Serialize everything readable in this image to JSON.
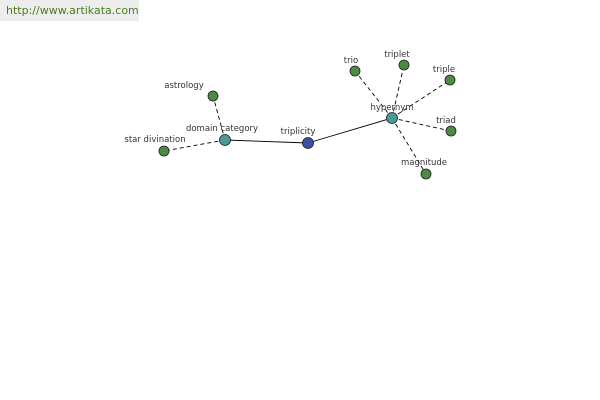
{
  "banner": {
    "url": "http://www.artikata.com"
  },
  "colors": {
    "center_node": "#3c4fa5",
    "hub_node": "#4a9a9a",
    "leaf_node": "#4e8a44",
    "node_stroke": "#1e1e1e",
    "edge": "#000000",
    "label": "#333333"
  },
  "graph": {
    "nodes": [
      {
        "id": "triplicity",
        "label": "triplicity",
        "kind": "center"
      },
      {
        "id": "domain-category",
        "label": "domain category",
        "kind": "hub"
      },
      {
        "id": "hypernym",
        "label": "hypernym",
        "kind": "hub"
      },
      {
        "id": "astrology",
        "label": "astrology",
        "kind": "leaf"
      },
      {
        "id": "star-divination",
        "label": "star divination",
        "kind": "leaf"
      },
      {
        "id": "trio",
        "label": "trio",
        "kind": "leaf"
      },
      {
        "id": "triplet",
        "label": "triplet",
        "kind": "leaf"
      },
      {
        "id": "triple",
        "label": "triple",
        "kind": "leaf"
      },
      {
        "id": "triad",
        "label": "triad",
        "kind": "leaf"
      },
      {
        "id": "magnitude",
        "label": "magnitude",
        "kind": "leaf"
      }
    ],
    "edges": [
      {
        "from": "triplicity",
        "to": "domain-category",
        "style": "solid"
      },
      {
        "from": "triplicity",
        "to": "hypernym",
        "style": "solid"
      },
      {
        "from": "domain-category",
        "to": "astrology",
        "style": "dashed"
      },
      {
        "from": "domain-category",
        "to": "star-divination",
        "style": "dashed"
      },
      {
        "from": "hypernym",
        "to": "trio",
        "style": "dashed"
      },
      {
        "from": "hypernym",
        "to": "triplet",
        "style": "dashed"
      },
      {
        "from": "hypernym",
        "to": "triple",
        "style": "dashed"
      },
      {
        "from": "hypernym",
        "to": "triad",
        "style": "dashed"
      },
      {
        "from": "hypernym",
        "to": "magnitude",
        "style": "dashed"
      }
    ]
  }
}
